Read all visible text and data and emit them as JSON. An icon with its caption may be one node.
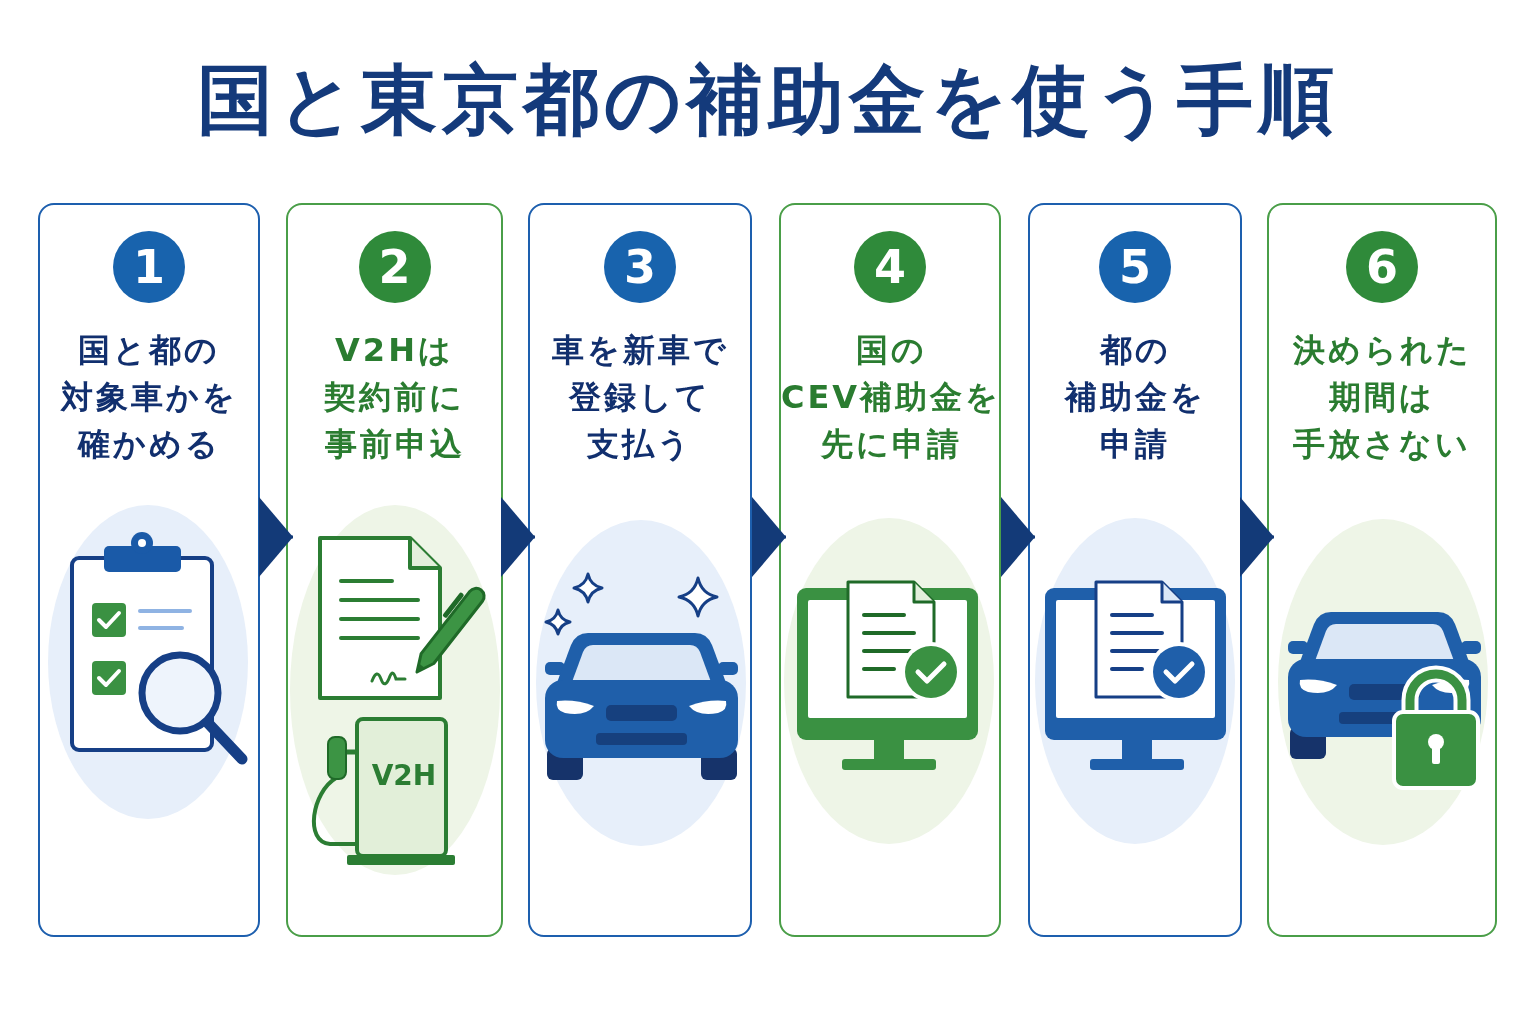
{
  "diagram": {
    "title": "国と東京都の補助金を使う手順",
    "nodes": [
      {
        "text": [
          "国と都の対象車かを確かめる"
        ]
      },
      {
        "text": [
          "1"
        ],
        "in": 0
      },
      {
        "text": [
          "V2Hは契約前に事前申込"
        ]
      },
      {
        "text": [
          "2"
        ],
        "in": 2
      },
      {
        "text": [
          "車を新車で登録して支払う"
        ]
      },
      {
        "text": [
          "3"
        ],
        "in": 4
      },
      {
        "text": [
          "国のCEV補助金を先に申請"
        ]
      },
      {
        "text": [
          "4"
        ],
        "in": 6
      },
      {
        "text": [
          "都の補助金を申請"
        ]
      },
      {
        "text": [
          "5"
        ],
        "in": 8
      },
      {
        "text": [
          "決められた期間は手放さない"
        ]
      },
      {
        "text": [
          "6"
        ],
        "in": 10
      }
    ],
    "edges": [
      {
        "from": 0,
        "to": 2,
        "arrow": "to"
      },
      {
        "from": 2,
        "to": 4,
        "arrow": "to"
      },
      {
        "from": 4,
        "to": 6,
        "arrow": "to"
      },
      {
        "from": 6,
        "to": 8,
        "arrow": "to"
      },
      {
        "from": 8,
        "to": 10,
        "arrow": "to"
      }
    ],
    "labels": [
      "V2H"
    ]
  }
}
